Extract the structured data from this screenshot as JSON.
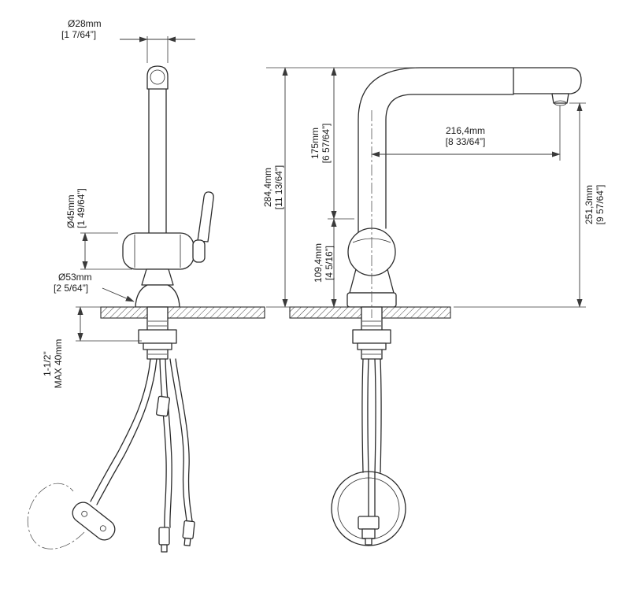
{
  "colors": {
    "line": "#2b2b2b",
    "dim_line": "#3a3a3a",
    "text": "#1c1c1c",
    "background": "#ffffff"
  },
  "dims": {
    "d28": {
      "mm": "Ø28mm",
      "in": "[1 7/64”]"
    },
    "d45": {
      "mm": "Ø45mm",
      "in": "[1 49/64”]"
    },
    "d53": {
      "mm": "Ø53mm",
      "in": "[2 5/64”]"
    },
    "counter_thickness": {
      "line1": "1-1/2''",
      "line2": "MAX 40mm"
    },
    "h284": {
      "mm": "284,4mm",
      "in": "[11 13/64”]"
    },
    "h175": {
      "mm": "175mm",
      "in": "[6 57/64”]"
    },
    "h109": {
      "mm": "109,4mm",
      "in": "[4 5/16”]"
    },
    "w216": {
      "mm": "216,4mm",
      "in": "[8 33/64”]"
    },
    "h251": {
      "mm": "251,3mm",
      "in": "[9 57/64”]"
    }
  }
}
